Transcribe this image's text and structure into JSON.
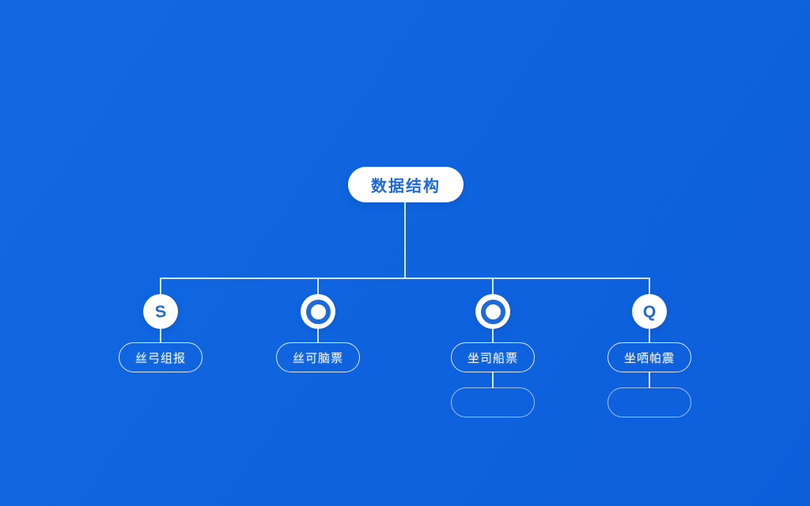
{
  "root": {
    "label": "数据结构"
  },
  "children": [
    {
      "icon": "s-letter",
      "icon_text": "S",
      "label": "丝弓组报",
      "has_sub": false
    },
    {
      "icon": "ring",
      "icon_text": "",
      "label": "丝可脑票",
      "has_sub": false
    },
    {
      "icon": "ring",
      "icon_text": "",
      "label": "坐司船票",
      "has_sub": true
    },
    {
      "icon": "q-letter",
      "icon_text": "Q",
      "label": "坐哂帕震",
      "has_sub": true
    }
  ],
  "colors": {
    "background_top": "#1269e2",
    "background_bottom": "#0d5edb",
    "node_fill": "#ffffff",
    "accent_blue": "#1f6ad9",
    "connector_line": "#f0f7ff"
  }
}
